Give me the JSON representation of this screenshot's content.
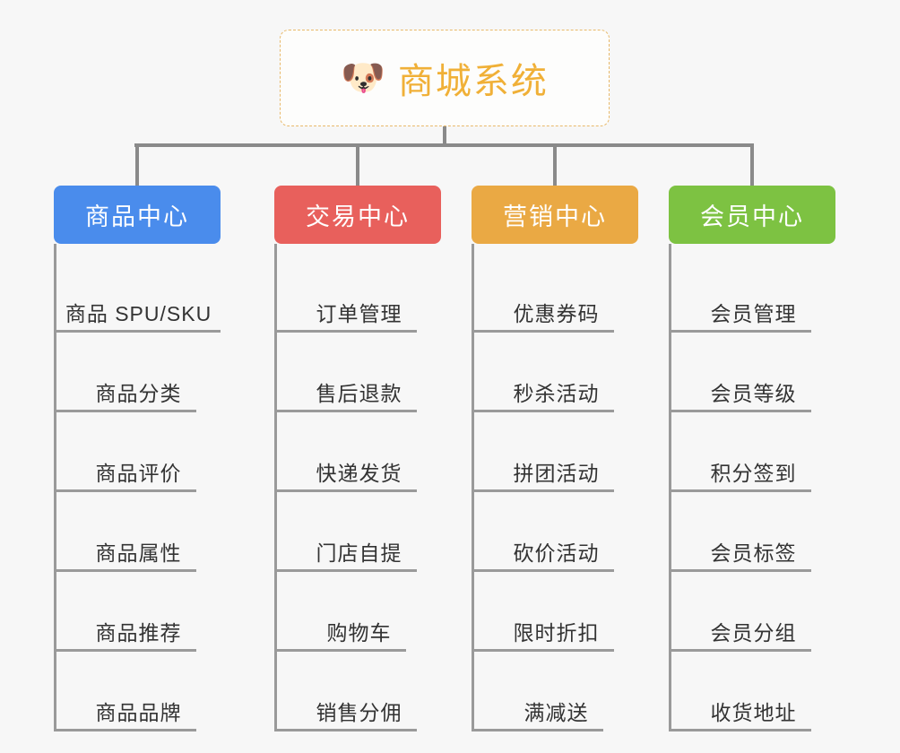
{
  "root": {
    "icon": "shiba-dog-face-icon",
    "emoji": "🐶",
    "title": "商城系统",
    "title_color": "#f0b037",
    "border_color": "#e8b96a"
  },
  "connector_color": "#8a8a8a",
  "background_color": "#f7f7f7",
  "columns": [
    {
      "key": "product-center",
      "label": "商品中心",
      "color": "#4a8cec",
      "items": [
        "商品 SPU/SKU",
        "商品分类",
        "商品评价",
        "商品属性",
        "商品推荐",
        "商品品牌"
      ]
    },
    {
      "key": "trade-center",
      "label": "交易中心",
      "color": "#e8605c",
      "items": [
        "订单管理",
        "售后退款",
        "快递发货",
        "门店自提",
        "购物车",
        "销售分佣"
      ]
    },
    {
      "key": "marketing-center",
      "label": "营销中心",
      "color": "#eaa944",
      "items": [
        "优惠券码",
        "秒杀活动",
        "拼团活动",
        "砍价活动",
        "限时折扣",
        "满减送"
      ]
    },
    {
      "key": "member-center",
      "label": "会员中心",
      "color": "#7dc242",
      "items": [
        "会员管理",
        "会员等级",
        "积分签到",
        "会员标签",
        "会员分组",
        "收货地址"
      ]
    }
  ]
}
